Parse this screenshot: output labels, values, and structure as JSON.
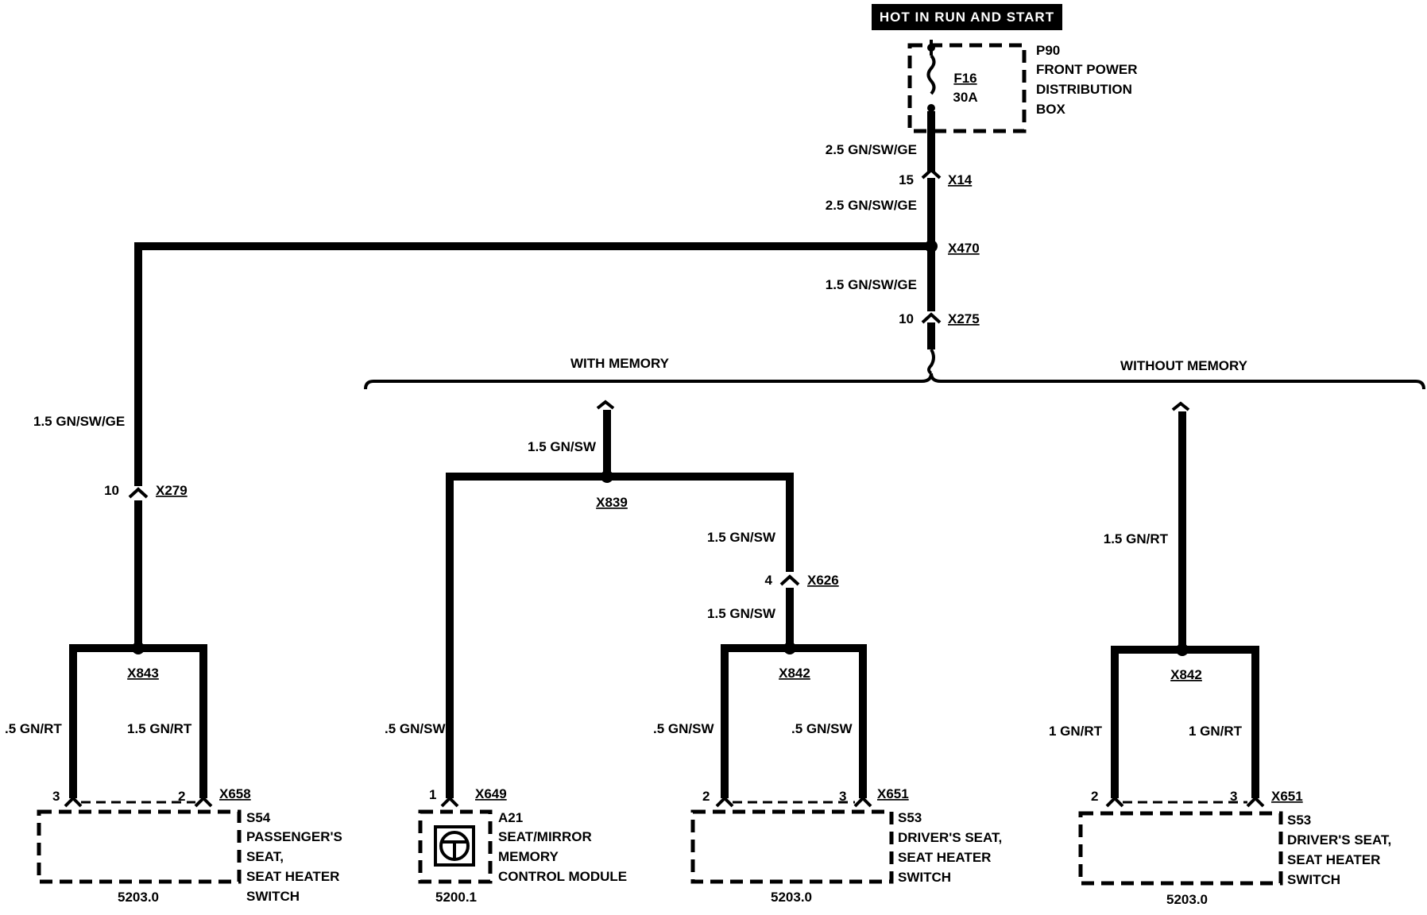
{
  "power_source": {
    "banner": "HOT IN RUN AND START",
    "component": "P90",
    "fuse": "F16",
    "fuse_rating": "30A",
    "box_line1": "FRONT POWER",
    "box_line2": "DISTRIBUTION",
    "box_line3": "BOX"
  },
  "wires": {
    "w_2_5_a": "2.5 GN/SW/GE",
    "w_2_5_b": "2.5 GN/SW/GE",
    "w_1_5_trunk": "1.5 GN/SW/GE",
    "w_1_5_left": "1.5 GN/SW/GE",
    "w_memory_feed": "1.5 GN/SW",
    "w_x626_upper": "1.5 GN/SW",
    "w_x626_lower": "1.5 GN/SW",
    "w_nomemory": "1.5 GN/RT",
    "w_s54_left": ".5 GN/RT",
    "w_s54_right": "1.5 GN/RT",
    "w_a21": ".5 GN/SW",
    "w_s53m_left": ".5 GN/SW",
    "w_s53m_right": ".5 GN/SW",
    "w_s53n_left": "1 GN/RT",
    "w_s53n_right": "1 GN/RT"
  },
  "connectors": {
    "x14": "X14",
    "x14_pin": "15",
    "x470": "X470",
    "x275": "X275",
    "x275_pin": "10",
    "x279": "X279",
    "x279_pin": "10",
    "x839": "X839",
    "x626": "X626",
    "x626_pin": "4",
    "x843": "X843",
    "x842_mem": "X842",
    "x842_nomem": "X842",
    "x658": "X658",
    "x658_pin_a": "3",
    "x658_pin_b": "2",
    "x649": "X649",
    "x649_pin": "1",
    "x651_mem": "X651",
    "x651_mem_pin_a": "2",
    "x651_mem_pin_b": "3",
    "x651_nomem": "X651",
    "x651_nomem_pin_a": "2",
    "x651_nomem_pin_b": "3"
  },
  "options": {
    "with_memory": "WITH MEMORY",
    "without_memory": "WITHOUT MEMORY"
  },
  "components": {
    "s54": {
      "id": "S54",
      "l1": "PASSENGER'S",
      "l2": "SEAT,",
      "l3": "SEAT HEATER",
      "l4": "SWITCH",
      "ref": "5203.0"
    },
    "a21": {
      "id": "A21",
      "l1": "SEAT/MIRROR",
      "l2": "MEMORY",
      "l3": "CONTROL MODULE",
      "ref": "5200.1"
    },
    "s53_mem": {
      "id": "S53",
      "l1": "DRIVER'S SEAT,",
      "l2": "SEAT HEATER",
      "l3": "SWITCH",
      "ref": "5203.0"
    },
    "s53_nomem": {
      "id": "S53",
      "l1": "DRIVER'S SEAT,",
      "l2": "SEAT HEATER",
      "l3": "SWITCH",
      "ref": "5203.0"
    }
  }
}
